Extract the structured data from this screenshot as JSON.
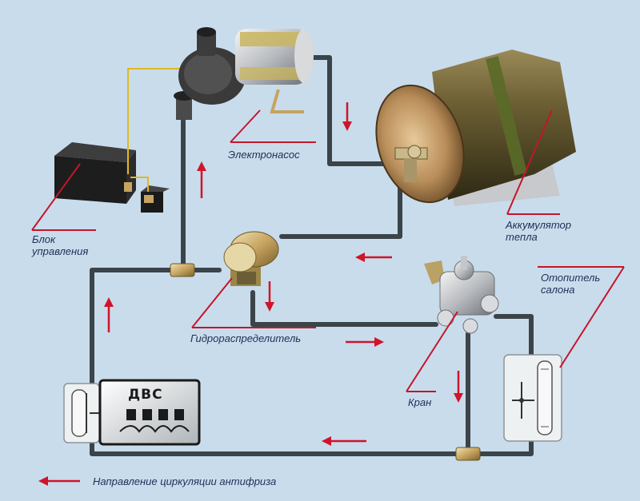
{
  "labels": {
    "electropump": "Электронасос",
    "control_unit": [
      "Блок",
      "управления"
    ],
    "heat_accumulator": [
      "Аккумулятор",
      "тепла"
    ],
    "cabin_heater": [
      "Отопитель",
      "салона"
    ],
    "hydro_distributor": "Гидрораспределитель",
    "valve": "Кран",
    "engine": "ДВС"
  },
  "legend": {
    "text": "Направление циркуляции антифриза"
  },
  "colors": {
    "background": "#c9dcec",
    "pipe": "#3a4449",
    "arrow": "#d0142a",
    "leader": "#c4162b",
    "wire": "#e0b820",
    "label": "#1e2f55"
  },
  "icons": {
    "arrow": "red-arrow-icon"
  }
}
